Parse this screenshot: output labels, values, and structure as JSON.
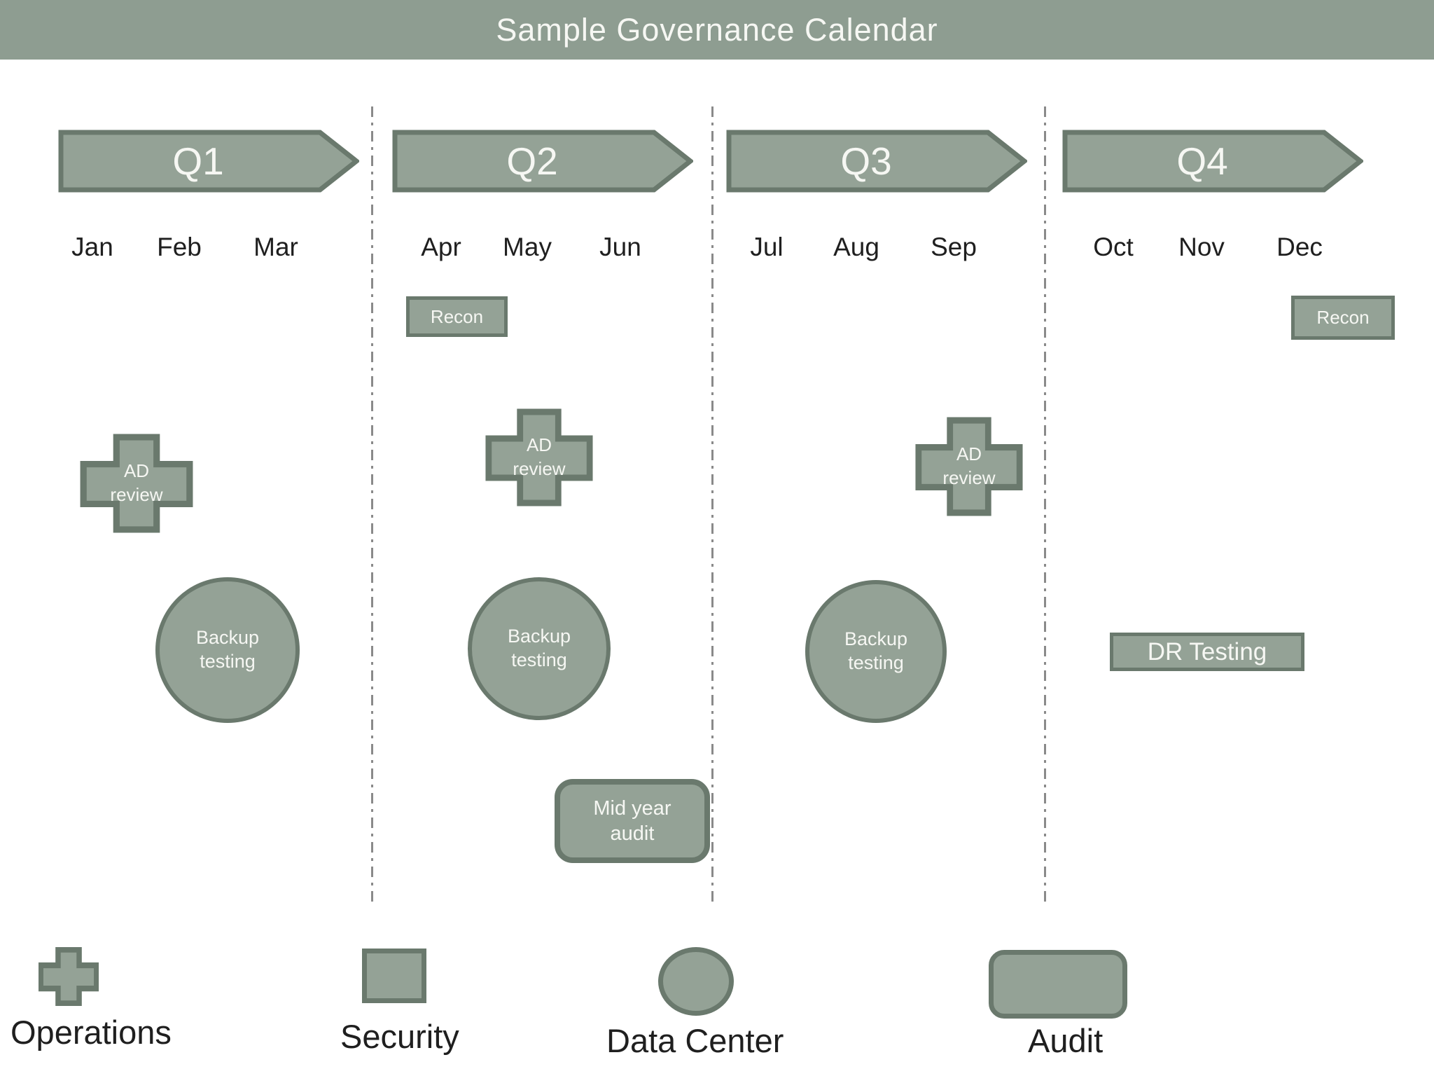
{
  "title": "Sample Governance Calendar",
  "quarters": [
    {
      "label": "Q1"
    },
    {
      "label": "Q2"
    },
    {
      "label": "Q3"
    },
    {
      "label": "Q4"
    }
  ],
  "months": [
    "Jan",
    "Feb",
    "Mar",
    "Apr",
    "May",
    "Jun",
    "Jul",
    "Aug",
    "Sep",
    "Oct",
    "Nov",
    "Dec"
  ],
  "events": {
    "recon_q2": {
      "label": "Recon",
      "category": "Security"
    },
    "recon_q4": {
      "label": "Recon",
      "category": "Security"
    },
    "ad_review_q1": {
      "label": "AD review",
      "category": "Operations"
    },
    "ad_review_q2": {
      "label": "AD review",
      "category": "Operations"
    },
    "ad_review_q3": {
      "label": "AD review",
      "category": "Operations"
    },
    "backup_q1": {
      "label": "Backup testing",
      "category": "Data Center"
    },
    "backup_q2": {
      "label": "Backup testing",
      "category": "Data Center"
    },
    "backup_q3": {
      "label": "Backup testing",
      "category": "Data Center"
    },
    "mid_year_audit": {
      "label": "Mid year audit",
      "category": "Audit"
    },
    "dr_testing": {
      "label": "DR Testing",
      "category": "Security"
    }
  },
  "legend": {
    "items": [
      {
        "label": "Operations",
        "icon": "cross-icon"
      },
      {
        "label": "Security",
        "icon": "square-icon"
      },
      {
        "label": "Data Center",
        "icon": "circle-icon"
      },
      {
        "label": "Audit",
        "icon": "rounded-rect-icon"
      }
    ]
  },
  "colors": {
    "header_bg": "#8e9d91",
    "shape_fill": "#94a296",
    "shape_border": "#6a796d",
    "light_text": "#f6f7f3",
    "dark_text": "#1f1f1f",
    "divider": "#8a8a8a",
    "background": "#ffffff"
  }
}
